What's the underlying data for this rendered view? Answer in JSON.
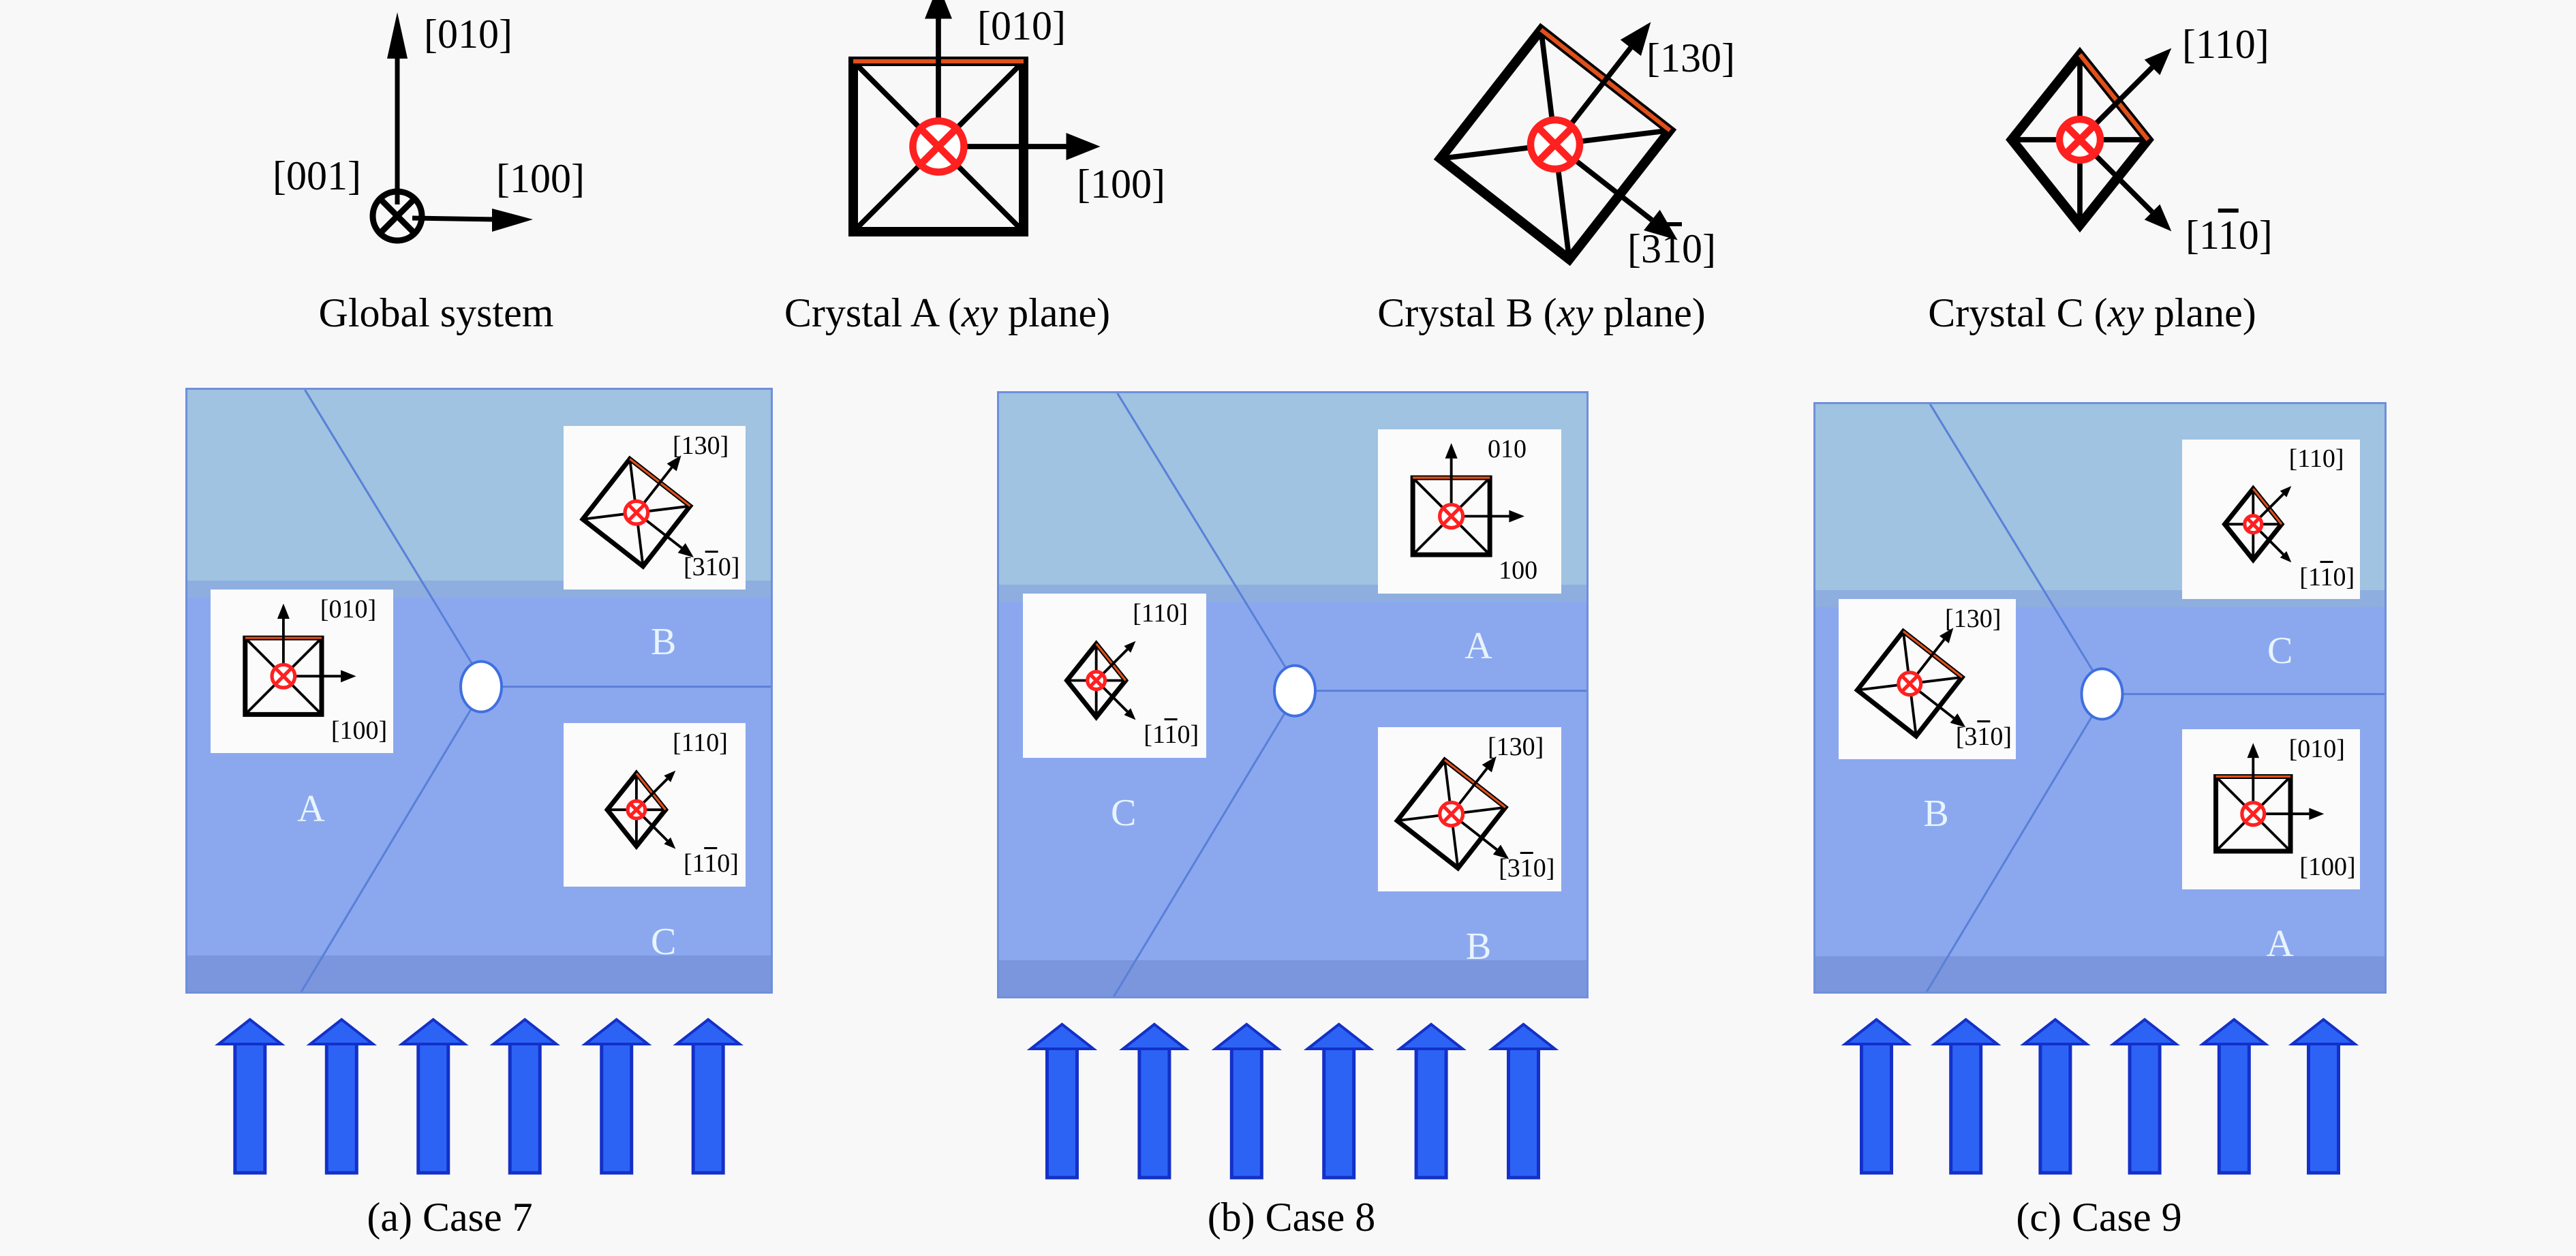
{
  "global_system": {
    "caption": "Global system",
    "axes": {
      "y": "[010]",
      "x": "[100]",
      "z": "[001]"
    }
  },
  "crystals": {
    "A": {
      "caption_prefix": "Crystal A (",
      "caption_italic": "xy",
      "caption_suffix": " plane)",
      "dir1": "[010]",
      "dir2": "[100]",
      "dir2_over_digit": "",
      "rotation_deg": 0,
      "shape": "square"
    },
    "B": {
      "caption_prefix": "Crystal B (",
      "caption_italic": "xy",
      "caption_suffix": " plane)",
      "dir1": "[130]",
      "dir2_pre": "[3",
      "dir2_bar": "1",
      "dir2_post": "0]",
      "rotation_deg": 38,
      "shape": "square"
    },
    "C": {
      "caption_prefix": "Crystal C (",
      "caption_italic": "xy",
      "caption_suffix": " plane)",
      "dir1": "[110]",
      "dir2_pre": "[1",
      "dir2_bar": "1",
      "dir2_post": "0]",
      "rotation_deg": 45,
      "shape": "diamond"
    }
  },
  "cases": [
    {
      "caption": "(a) Case 7",
      "grains": [
        {
          "position": "top-right",
          "crystal": "B",
          "label": "B",
          "dir1": "[130]",
          "dir2_pre": "[3",
          "dir2_bar": "1",
          "dir2_post": "0]"
        },
        {
          "position": "left",
          "crystal": "A",
          "label": "A",
          "dir1": "[010]",
          "dir2_pre": "[100]",
          "dir2_bar": "",
          "dir2_post": ""
        },
        {
          "position": "bottom-right",
          "crystal": "C",
          "label": "C",
          "dir1": "[110]",
          "dir2_pre": "[1",
          "dir2_bar": "1",
          "dir2_post": "0]"
        }
      ],
      "load_arrows": 6
    },
    {
      "caption": "(b) Case 8",
      "grains": [
        {
          "position": "top-right",
          "crystal": "A",
          "label": "A",
          "dir1": "010",
          "dir2_pre": "100",
          "dir2_bar": "",
          "dir2_post": ""
        },
        {
          "position": "left",
          "crystal": "C",
          "label": "C",
          "dir1": "[110]",
          "dir2_pre": "[1",
          "dir2_bar": "1",
          "dir2_post": "0]"
        },
        {
          "position": "bottom-right",
          "crystal": "B",
          "label": "B",
          "dir1": "[130]",
          "dir2_pre": "[3",
          "dir2_bar": "1",
          "dir2_post": "0]"
        }
      ],
      "load_arrows": 6
    },
    {
      "caption": "(c) Case 9",
      "grains": [
        {
          "position": "top-right",
          "crystal": "C",
          "label": "C",
          "dir1": "[110]",
          "dir2_pre": "[1",
          "dir2_bar": "1",
          "dir2_post": "0]"
        },
        {
          "position": "left",
          "crystal": "B",
          "label": "B",
          "dir1": "[130]",
          "dir2_pre": "[3",
          "dir2_bar": "1",
          "dir2_post": "0]"
        },
        {
          "position": "bottom-right",
          "crystal": "A",
          "label": "A",
          "dir1": "[010]",
          "dir2_pre": "[100]",
          "dir2_bar": "",
          "dir2_post": ""
        }
      ],
      "load_arrows": 6
    }
  ],
  "colors": {
    "grain_top": "#9fc3e0",
    "grain_lower": "#8ba8ef",
    "bottom_strip": "#7b96dc",
    "grain_boundary": "#5a7fd8",
    "load_arrow": "#2d63f5",
    "load_arrow_edge": "#1330c8",
    "into_page_marker": "#ff2020",
    "reference_edge": "#e0501a"
  }
}
